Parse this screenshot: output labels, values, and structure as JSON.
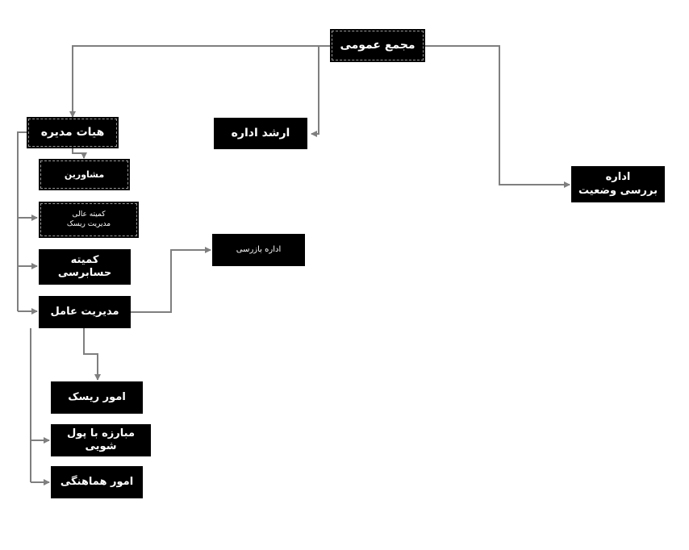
{
  "nodes": {
    "general_assembly": "مجمع عمومی",
    "board": "هیات مدیره",
    "senior_management": "ارشد اداره",
    "status_review": "اداره\nبررسی وضعیت",
    "advisors": "مشاورین",
    "risk_committee": "کمیته عالی\nمدیریت ریسک",
    "audit_committee": "کمیته\nحسابرسی",
    "ceo": "مدیریت عامل",
    "inspection": "اداره بازرسی",
    "risk_affairs": "امور ریسک",
    "aml": "مبارزه با پول شویی",
    "coordination": "امور هماهنگی"
  },
  "colors": {
    "node_fill": "#000000",
    "node_text": "#ffffff",
    "connector": "#7f7f7f"
  }
}
